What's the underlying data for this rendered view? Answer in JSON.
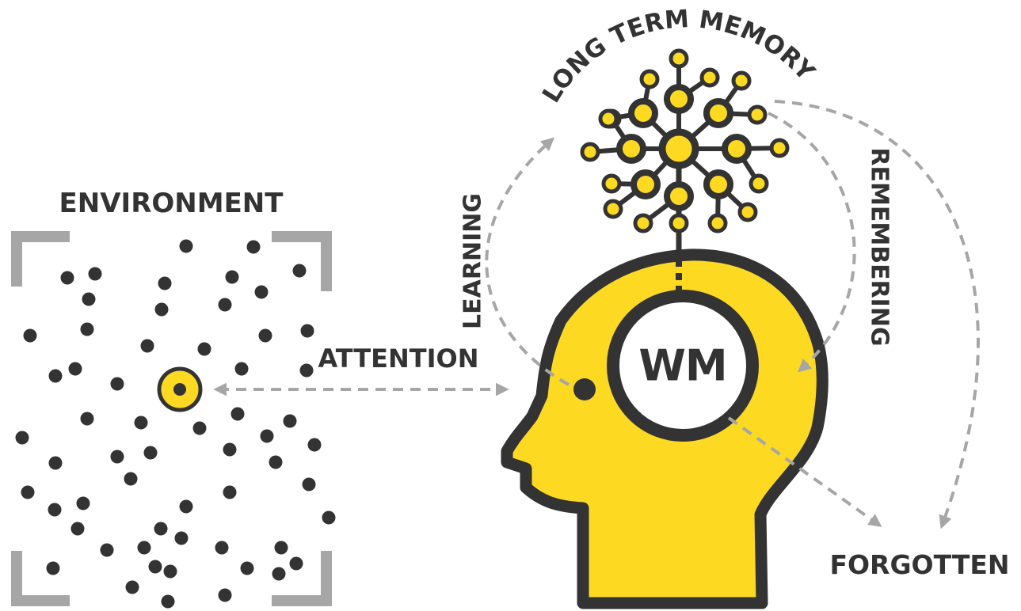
{
  "labels": {
    "environment": "ENVIRONMENT",
    "attention": "ATTENTION",
    "long_term_memory": "LONG TERM MEMORY",
    "learning": "LEARNING",
    "remembering": "REMEMBERING",
    "working_memory": "WM",
    "forgotten": "FORGOTTEN"
  },
  "colors": {
    "accent_yellow": "#FDD922",
    "ink": "#333333",
    "arrow_gray": "#A6A6A6",
    "frame_gray": "#A6A6A6"
  },
  "icons": {
    "head": "head-silhouette-icon",
    "memory_network": "neural-network-icon",
    "attended_item": "target-dot-icon"
  }
}
